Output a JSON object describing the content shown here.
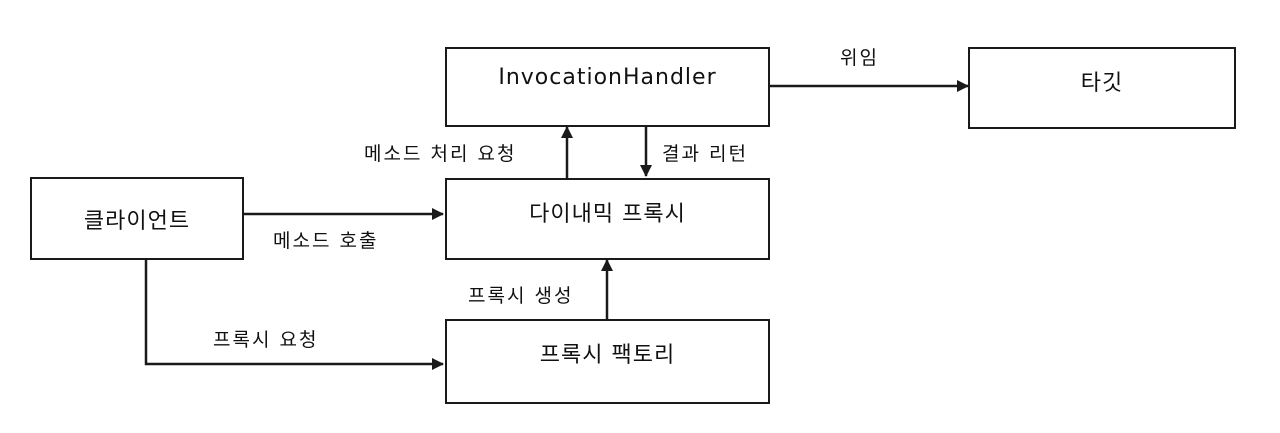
{
  "nodes": {
    "client": "클라이언트",
    "handler": "InvocationHandler",
    "target": "타깃",
    "dynamic_proxy": "다이내믹 프록시",
    "proxy_factory": "프록시 팩토리"
  },
  "edges": {
    "method_call": "메소드 호출",
    "method_request": "메소드 처리 요청",
    "result_return": "결과 리턴",
    "delegate": "위임",
    "proxy_create": "프록시 생성",
    "proxy_request": "프록시 요청"
  },
  "colors": {
    "line": "#1a1a1a",
    "background": "#ffffff"
  }
}
